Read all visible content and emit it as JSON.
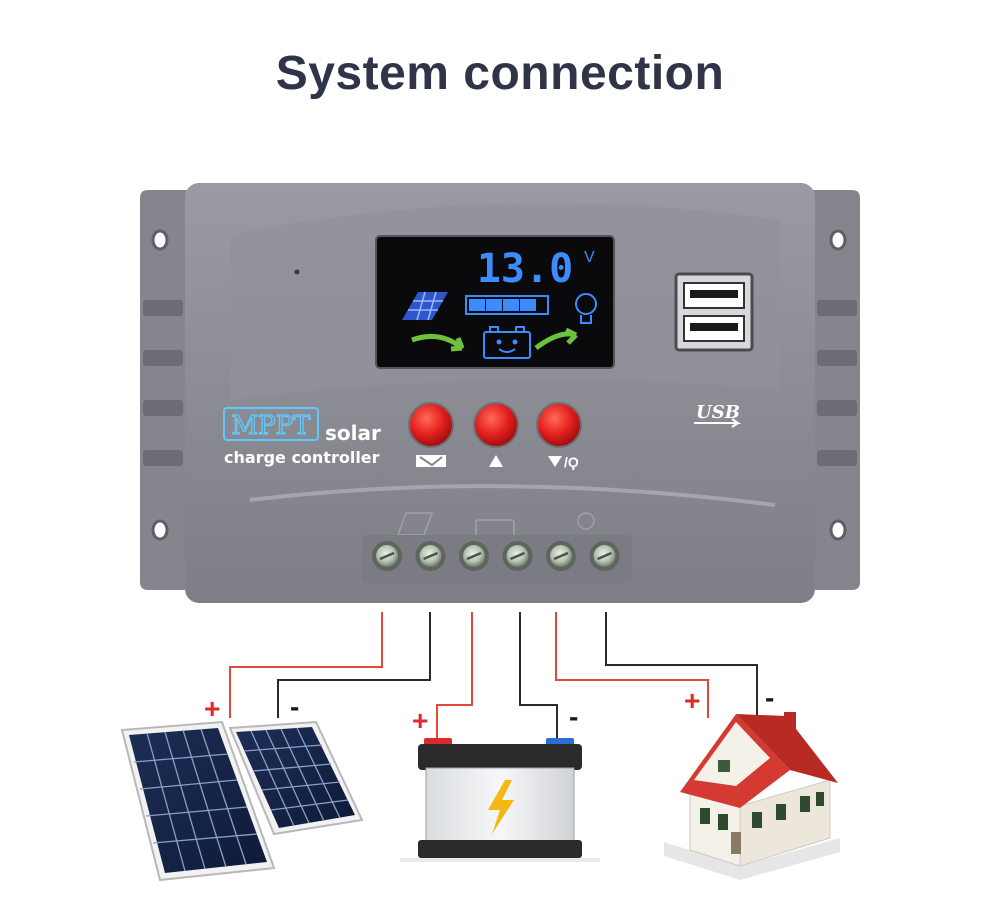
{
  "title": "System connection",
  "controller": {
    "brand": "MPPT",
    "line1": "solar",
    "line2": "charge controller",
    "display_value": "13.0",
    "display_unit": "V",
    "usb_label": "USB"
  },
  "buttons": [
    {
      "name": "mode-button",
      "icon": "panel-mode-icon"
    },
    {
      "name": "up-button",
      "icon": "up-triangle-icon"
    },
    {
      "name": "down-light-button",
      "icon": "down-bulb-icon"
    }
  ],
  "terminals": [
    {
      "group": "solar",
      "polarity": "+"
    },
    {
      "group": "solar",
      "polarity": "-"
    },
    {
      "group": "battery",
      "polarity": "+"
    },
    {
      "group": "battery",
      "polarity": "-"
    },
    {
      "group": "load",
      "polarity": "+"
    },
    {
      "group": "load",
      "polarity": "-"
    }
  ],
  "devices": {
    "solar": {
      "plus": "+",
      "minus": "-"
    },
    "battery": {
      "plus": "+",
      "minus": "-"
    },
    "load": {
      "plus": "+",
      "minus": "-"
    }
  },
  "colors": {
    "positive_wire": "#e0483a",
    "negative_wire": "#2a2a2a",
    "plus_sign": "#e02a2a",
    "title": "#2f3448",
    "controller_body": "#8a8a92",
    "lcd_blue": "#3a8cff",
    "button_red": "#e11d1d"
  }
}
